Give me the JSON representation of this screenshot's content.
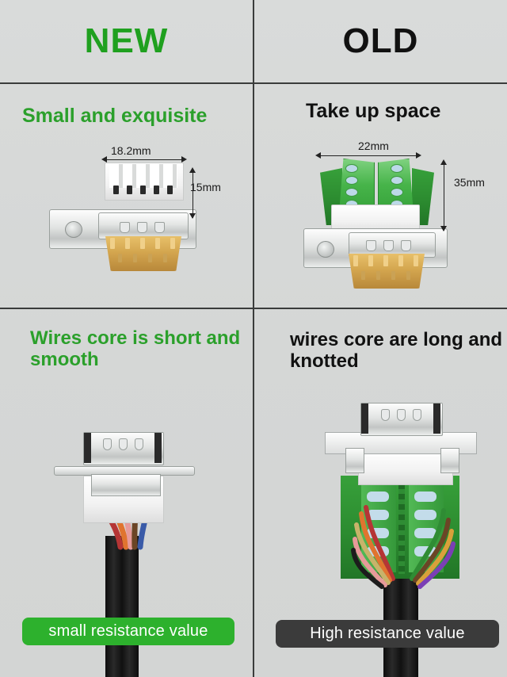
{
  "header": {
    "left_label": "NEW",
    "right_label": "OLD"
  },
  "sections": {
    "top_left": {
      "title": "Small and exquisite",
      "dim_width": "18.2mm",
      "dim_height": "15mm"
    },
    "top_right": {
      "title": "Take up space",
      "dim_width": "22mm",
      "dim_height": "35mm"
    },
    "bottom_left": {
      "title": "Wires core is short and smooth",
      "badge": "small resistance value"
    },
    "bottom_right": {
      "title": "wires core  are long and knotted",
      "badge": "High resistance value"
    }
  },
  "colors": {
    "accent_green": "#2ba02b",
    "badge_green": "#2db12d",
    "badge_dark": "#3b3b3b",
    "background": "#d7d9d8",
    "divider": "#3a3c3b"
  }
}
